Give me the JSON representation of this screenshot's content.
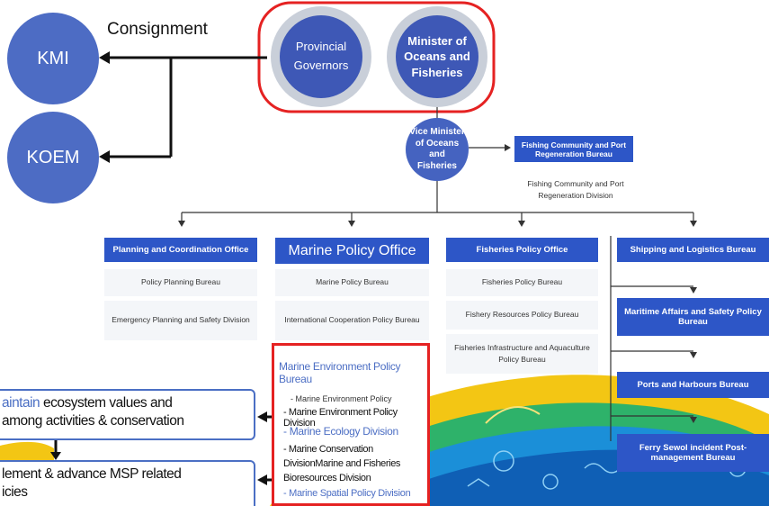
{
  "consignment_label": "Consignment",
  "agencies": {
    "kmi": "KMI",
    "koem": "KOEM"
  },
  "top": {
    "provincial": "Provincial Governors",
    "minister": "Minister of Oceans and Fisheries"
  },
  "vice_minister": "Vice Minister of Oceans and Fisheries",
  "fishing_community": {
    "bureau": "Fishing Community and Port Regeneration Bureau",
    "division": "Fishing Community and Port Regeneration Division"
  },
  "planning": {
    "header": "Planning and Coordination Office",
    "items": [
      "Policy Planning Bureau",
      "Emergency Planning and Safety Division"
    ]
  },
  "marine_policy": {
    "header": "Marine  Policy Office",
    "items": [
      "Marine Policy Bureau",
      "International Cooperation Policy Bureau"
    ]
  },
  "fisheries": {
    "header": "Fisheries Policy Office",
    "items": [
      "Fisheries Policy Bureau",
      "Fishery Resources Policy Bureau",
      "Fisheries Infrastructure and Aquaculture Policy Bureau"
    ]
  },
  "shipping": {
    "header": "Shipping and Logistics Bureau",
    "bureaus": [
      "Maritime Affairs and Safety Policy Bureau",
      "Ports and Harbours Bureau",
      "Ferry Sewol incident Post-management Bureau"
    ]
  },
  "marine_env": {
    "title": "Marine Environment Policy Bureau",
    "division_small": "- Marine Environment Policy",
    "division_main": "- Marine Environment Policy Division",
    "ecology": "- Marine Ecology Division",
    "conservation": "- Marine Conservation DivisionMarine and Fisheries Bioresources Division",
    "spatial": "- Marine Spatial Policy Division"
  },
  "goals": {
    "goal1_highlight": "aintain",
    "goal1_rest": " ecosystem values and",
    "goal1_line2": " among activities & conservation",
    "goal2_line1": "lement & advance MSP related",
    "goal2_line2": "icies"
  },
  "colors": {
    "agency_circle": "#4d6cc4",
    "top_circle": "#3e58b6",
    "header_blue": "#2d56c7",
    "highlight_red": "#e52222",
    "link_blue": "#4d6fc4"
  }
}
